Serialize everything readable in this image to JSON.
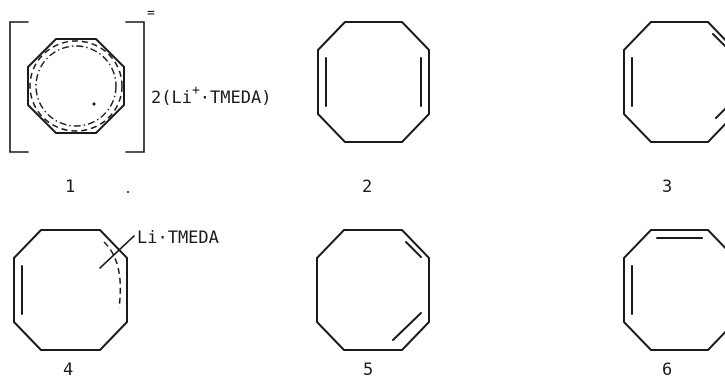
{
  "compounds": [
    {
      "number": "1",
      "counterion": "2(Li",
      "counterion_sup": "+",
      "counterion_tail": "·TMEDA)",
      "charge": "="
    },
    {
      "number": "2"
    },
    {
      "number": "3"
    },
    {
      "number": "4",
      "substituent": "Li·TMEDA"
    },
    {
      "number": "5"
    },
    {
      "number": "6"
    }
  ]
}
